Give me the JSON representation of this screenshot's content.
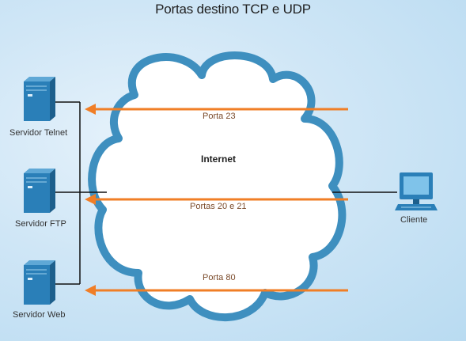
{
  "title": "Portas destino TCP e UDP",
  "cloud": {
    "label": "Internet"
  },
  "servers": [
    {
      "label": "Servidor Telnet"
    },
    {
      "label": "Servidor FTP"
    },
    {
      "label": "Servidor Web"
    }
  ],
  "client": {
    "label": "Cliente"
  },
  "flows": [
    {
      "label": "Porta 23"
    },
    {
      "label": "Portas 20 e 21"
    },
    {
      "label": "Porta 80"
    }
  ],
  "colors": {
    "arrow": "#f07e26",
    "server": "#2a7fb8",
    "cloud_border": "#3e8fbf",
    "link": "#111111"
  }
}
